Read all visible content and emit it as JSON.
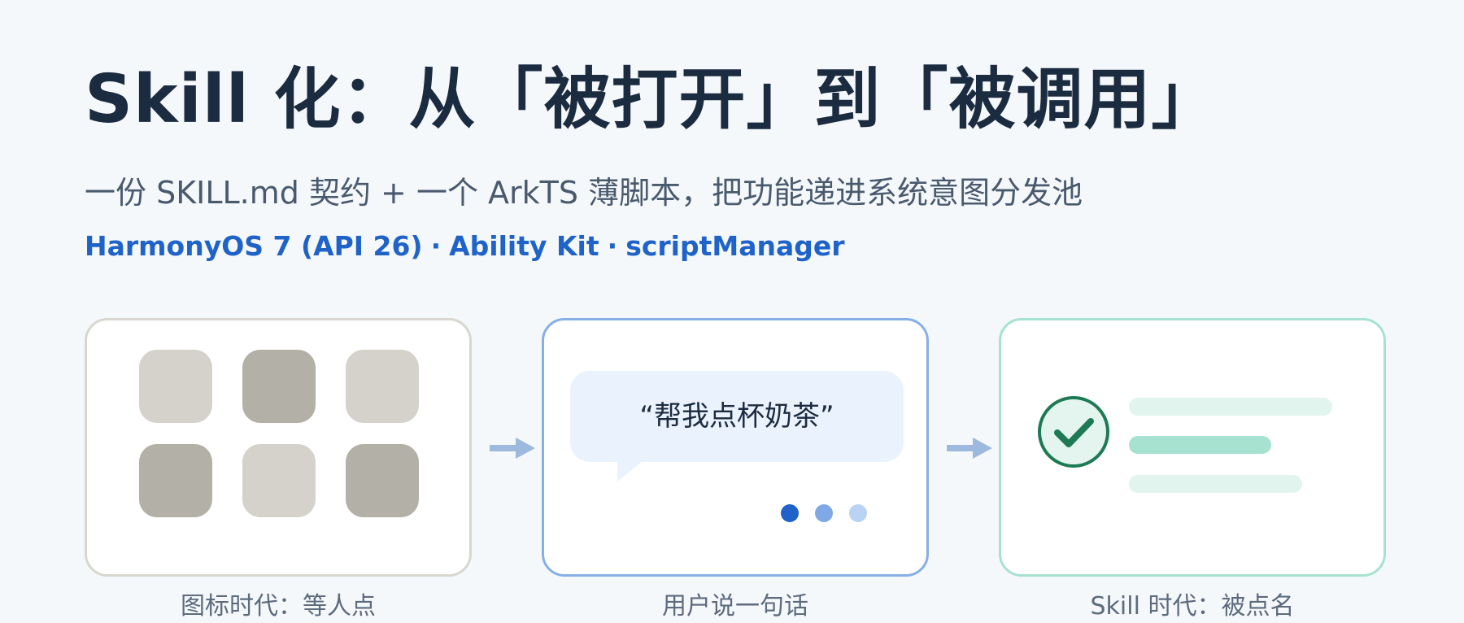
{
  "header": {
    "title": "Skill 化：从「被打开」到「被调用」",
    "subtitle": "一份 SKILL.md 契约 + 一个 ArkTS 薄脚本，把功能递进系统意图分发池",
    "meta": [
      "HarmonyOS 7 (API 26)",
      "Ability Kit",
      "scriptManager"
    ],
    "meta_separator": "·"
  },
  "panels": [
    {
      "caption": "图标时代：等人点",
      "icon": "app-icon-grid"
    },
    {
      "caption": "用户说一句话",
      "quote": "“帮我点杯奶茶”",
      "icon": "speech-bubble"
    },
    {
      "caption": "Skill 时代：被点名",
      "icon": "check-circle-icon"
    }
  ],
  "colors": {
    "title": "#1b2b40",
    "accent_blue": "#1f63c9",
    "tile_light": "#d4d2ca",
    "tile_dark": "#b3b0a7",
    "arrow": "#9db9dd",
    "dot_1": "#1f63c9",
    "dot_2": "#7fa9e6",
    "dot_3": "#b8d3f3",
    "check_green": "#1d7a55",
    "check_bg": "#e3f5ee",
    "bar_light": "#e1f4ed",
    "bar_mid": "#a6e2cf"
  }
}
